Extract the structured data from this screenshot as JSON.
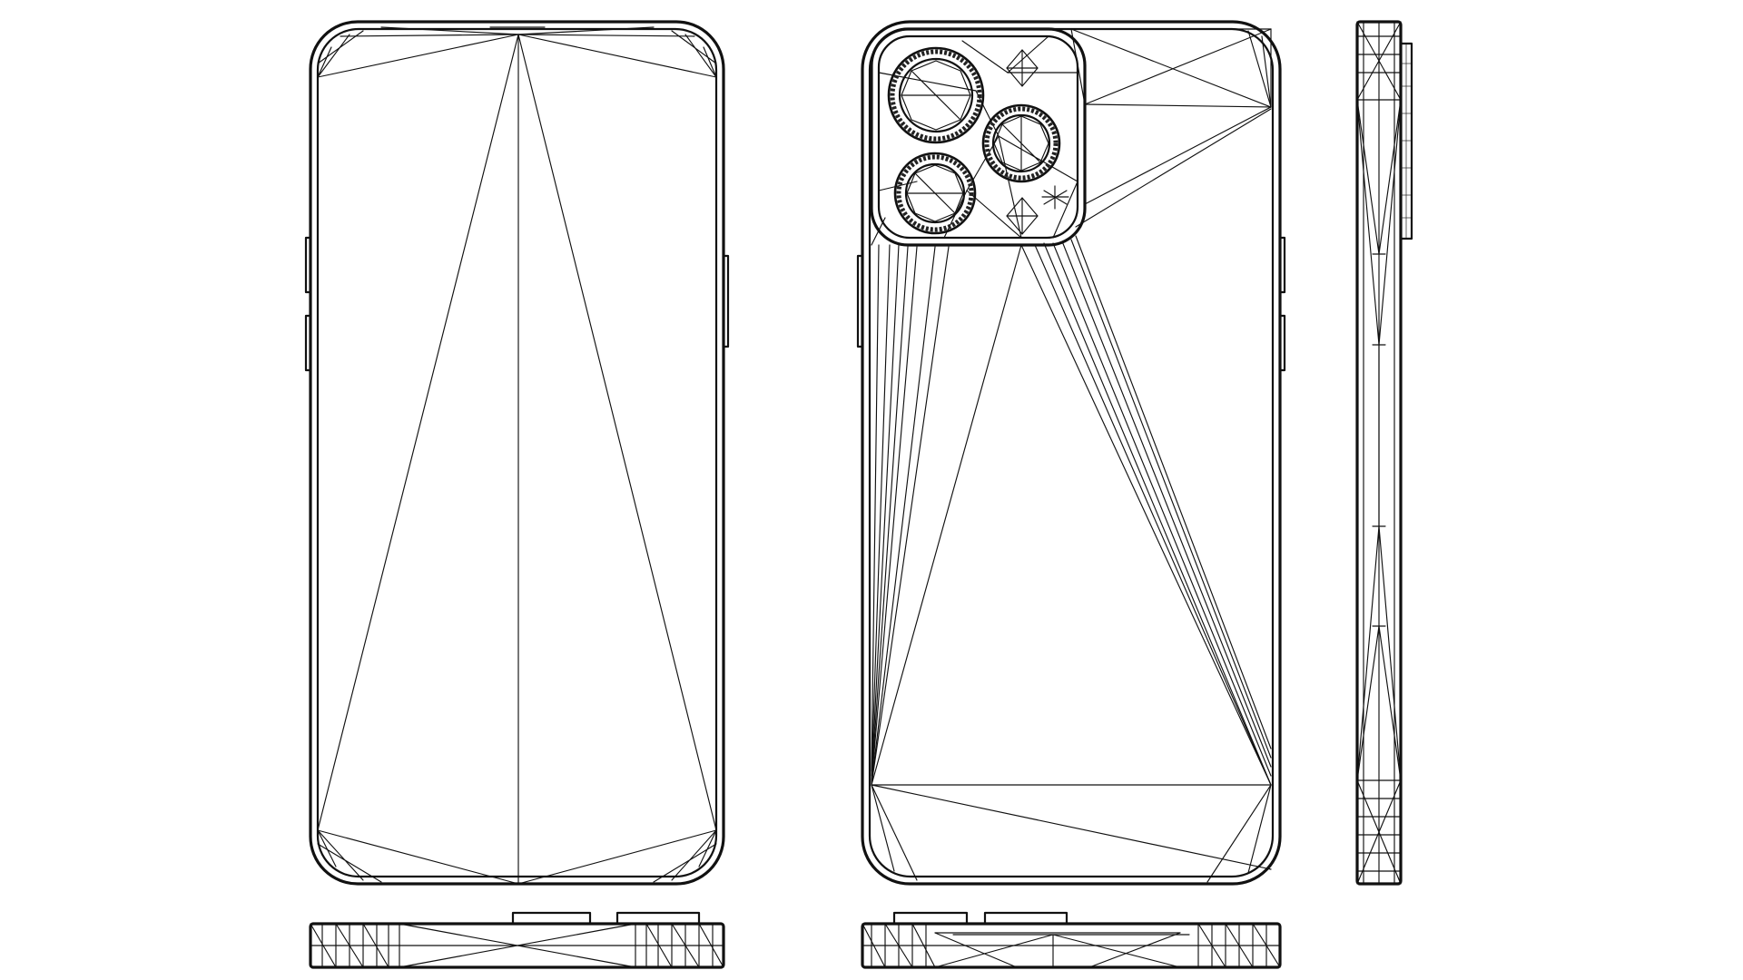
{
  "drawing": {
    "style": "wireframe",
    "line_color": "#111111",
    "background": "#ffffff"
  },
  "views": [
    {
      "id": "front",
      "icon": "phone-front-wireframe-icon"
    },
    {
      "id": "back",
      "icon": "phone-back-wireframe-icon",
      "camera_lenses": 3
    },
    {
      "id": "side",
      "icon": "phone-side-wireframe-icon"
    },
    {
      "id": "bottom-front",
      "icon": "phone-bottom-edge-icon"
    },
    {
      "id": "bottom-back",
      "icon": "phone-bottom-edge-camera-icon"
    }
  ]
}
